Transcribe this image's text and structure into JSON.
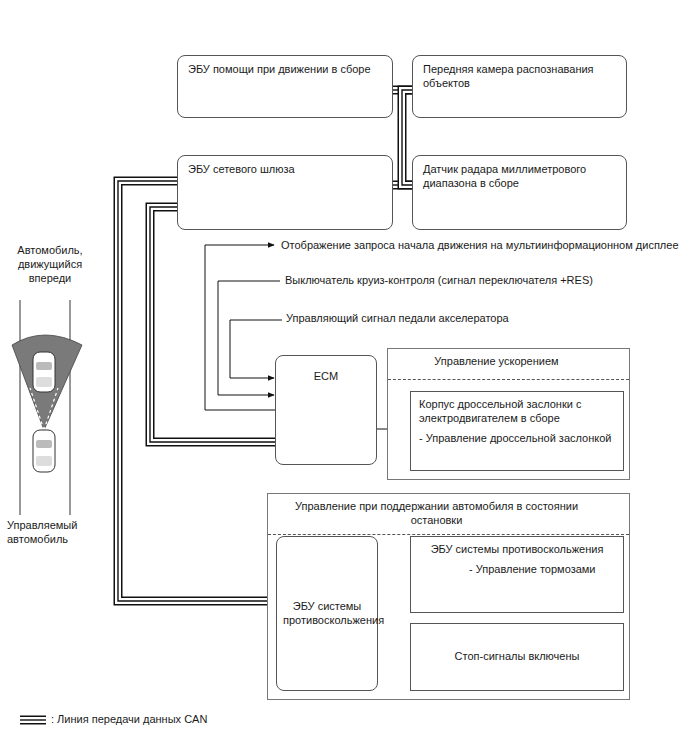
{
  "diagram": {
    "nodes": [
      {
        "text": [
          "ЭБУ помощи при движении в сборе"
        ]
      },
      {
        "text": [
          "Передняя камера распознавания объектов"
        ]
      },
      {
        "text": [
          "ЭБУ сетевого шлюза"
        ]
      },
      {
        "text": [
          "Датчик радара миллиметрового диапазона в сборе"
        ]
      },
      {
        "text": [
          "ECM"
        ]
      },
      {
        "text": [
          "Управление ускорением"
        ]
      },
      {
        "text": [
          "Корпус дроссельной заслонки с электродвигателем в сборе",
          "- Управление дроссельной заслонкой"
        ],
        "in": 5
      },
      {
        "text": [
          "Управление при поддержании автомобиля в состоянии остановки"
        ]
      },
      {
        "text": [
          "ЭБУ системы противоскольжения"
        ],
        "in": 7
      },
      {
        "text": [
          "ЭБУ системы противоскольжения",
          "- Управление тормозами"
        ],
        "in": 7
      },
      {
        "text": [
          "Стоп-сигналы включены"
        ],
        "in": 7
      }
    ],
    "edges": [
      {
        "from": 0,
        "to": 1,
        "arrow": "none"
      },
      {
        "from": 2,
        "to": 3,
        "arrow": "none"
      },
      {
        "from": 1,
        "to": 3,
        "arrow": "none"
      },
      {
        "from": 2,
        "to": 4,
        "arrow": "none"
      },
      {
        "from": 2,
        "to": 8,
        "arrow": "none"
      },
      {
        "from": 4,
        "to": 6,
        "arrow": "to"
      },
      {
        "from": 8,
        "to": 9,
        "arrow": "to"
      },
      {
        "from": 8,
        "to": 10,
        "arrow": "to"
      }
    ],
    "labels": [
      "Автомобиль, движущийся впереди",
      "Управляемый автомобиль",
      "Отображение запроса начала движения на мультиинформационном дисплее",
      "Выключатель круиз-контроля (сигнал переключателя +RES)",
      "Управляющий сигнал педали акселератора"
    ],
    "legend": [
      {
        "text": ": Линия передачи данных CAN"
      }
    ]
  }
}
